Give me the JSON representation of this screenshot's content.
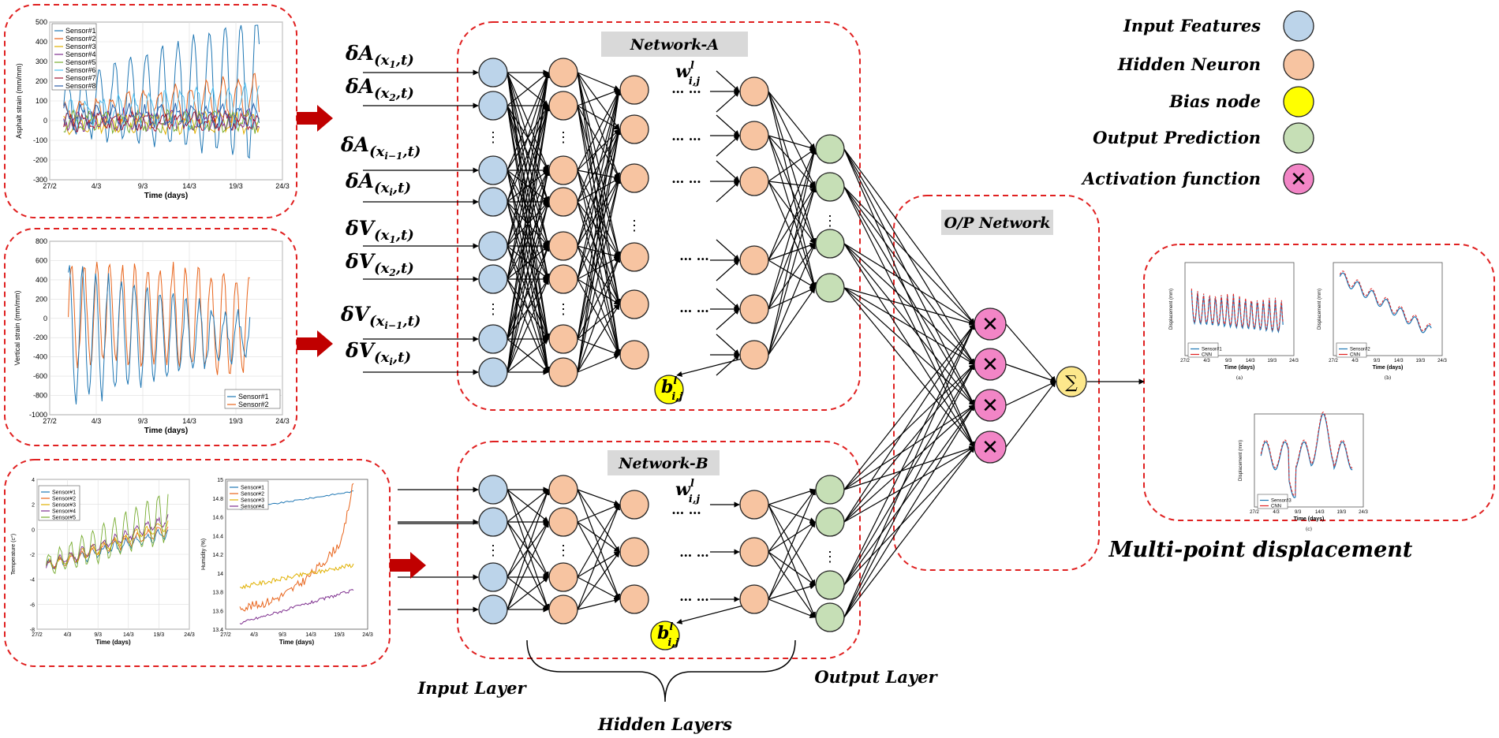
{
  "colors": {
    "input": "#bcd4ea",
    "hidden": "#f7c4a1",
    "bias": "#ffff00",
    "output": "#c6dfb6",
    "activation": "#f285c6",
    "dashed_box": "#e02020",
    "arrow_block": "#c00000",
    "label_bg": "#d9d9d9"
  },
  "legend": {
    "input_features": "Input Features",
    "hidden_neuron": "Hidden Neuron",
    "bias_node": "Bias node",
    "output_prediction": "Output Prediction",
    "activation_function": "Activation function"
  },
  "networks": {
    "a_title": "Network-A",
    "b_title": "Network-B",
    "op_title": "O/P Network",
    "weight_label": "w",
    "weight_sup": "l",
    "weight_sub": "i,j",
    "bias_label": "b",
    "bias_sup": "l",
    "bias_sub": "i,j",
    "dots": "…  …",
    "vdots": "⋮",
    "activation_symbol": "✕",
    "sum_symbol": "∑"
  },
  "inputs": [
    {
      "delta": "δA",
      "var": "x",
      "sub": "1",
      "t": ",t"
    },
    {
      "delta": "δA",
      "var": "x",
      "sub": "2",
      "t": ",t"
    },
    {
      "delta": "δA",
      "var": "x",
      "sub": "i−1",
      "t": ",t"
    },
    {
      "delta": "δA",
      "var": "x",
      "sub": "i",
      "t": ",t"
    },
    {
      "delta": "δV",
      "var": "x",
      "sub": "1",
      "t": ",t"
    },
    {
      "delta": "δV",
      "var": "x",
      "sub": "2",
      "t": ",t"
    },
    {
      "delta": "δV",
      "var": "x",
      "sub": "i−1",
      "t": ",t"
    },
    {
      "delta": "δV",
      "var": "x",
      "sub": "i",
      "t": ",t"
    }
  ],
  "layers": {
    "input": "Input Layer",
    "hidden": "Hidden Layers",
    "output": "Output Layer"
  },
  "output_title": "Multi-point displacement",
  "charts": {
    "asphalt": {
      "xlabel": "Time (days)",
      "ylabel": "Asphalt strain (mm/mm)",
      "xticks": [
        "27/2",
        "4/3",
        "9/3",
        "14/3",
        "19/3",
        "24/3"
      ],
      "yticks": [
        "500",
        "400",
        "300",
        "200",
        "100",
        "0",
        "-100",
        "-200",
        "-300"
      ],
      "legend": [
        "Sensor#1",
        "Sensor#2",
        "Sensor#3",
        "Sensor#4",
        "Sensor#5",
        "Sensor#6",
        "Sensor#7",
        "Sensor#8"
      ],
      "series_colors": [
        "#1f77b4",
        "#e8641b",
        "#e0b000",
        "#7e2f8e",
        "#77ac30",
        "#4dbeee",
        "#a2142f",
        "#2a5ca8"
      ]
    },
    "vertical": {
      "xlabel": "Time (days)",
      "ylabel": "Vertical strain (mm/mm)",
      "xticks": [
        "27/2",
        "4/3",
        "9/3",
        "14/3",
        "19/3",
        "24/3"
      ],
      "yticks": [
        "800",
        "600",
        "400",
        "200",
        "0",
        "-200",
        "-400",
        "-600",
        "-800",
        "-1000"
      ],
      "legend": [
        "Sensor#1",
        "Sensor#2"
      ],
      "series_colors": [
        "#1f77b4",
        "#e8641b"
      ]
    },
    "temperature": {
      "xlabel": "Time (days)",
      "ylabel": "Temperature (c°)",
      "xticks": [
        "27/2",
        "4/3",
        "9/3",
        "14/3",
        "19/3",
        "24/3"
      ],
      "yticks": [
        "4",
        "2",
        "0",
        "-2",
        "-4",
        "-6",
        "-8"
      ],
      "legend": [
        "Sensor#1",
        "Sensor#2",
        "Sensor#3",
        "Sensor#4",
        "Sensor#5"
      ],
      "series_colors": [
        "#1f77b4",
        "#e8641b",
        "#e0b000",
        "#7e2f8e",
        "#77ac30"
      ]
    },
    "humidity": {
      "xlabel": "Time (days)",
      "ylabel": "Humidity (%)",
      "xticks": [
        "27/2",
        "4/3",
        "9/3",
        "14/3",
        "19/3",
        "24/3"
      ],
      "yticks": [
        "15",
        "14.8",
        "14.6",
        "14.4",
        "14.2",
        "14",
        "13.8",
        "13.6",
        "13.4"
      ],
      "legend": [
        "Sensor#1",
        "Sensor#2",
        "Sensor#3",
        "Sensor#4"
      ],
      "series_colors": [
        "#1f77b4",
        "#e8641b",
        "#e0b000",
        "#7e2f8e"
      ]
    },
    "disp_a": {
      "xlabel": "Time (days)",
      "ylabel": "Displacement (mm)",
      "caption": "(a)",
      "xticks": [
        "27/2",
        "4/3",
        "9/3",
        "14/3",
        "19/3",
        "24/3"
      ],
      "legend": [
        "Sensor#1",
        "CNN"
      ]
    },
    "disp_b": {
      "xlabel": "Time (days)",
      "ylabel": "Displacement (mm)",
      "caption": "(b)",
      "xticks": [
        "27/2",
        "4/3",
        "9/3",
        "14/3",
        "19/3",
        "24/3"
      ],
      "legend": [
        "Sensor#2",
        "CNN"
      ]
    },
    "disp_c": {
      "xlabel": "Time (days)",
      "ylabel": "Displacement (mm)",
      "caption": "(c)",
      "xticks": [
        "27/2",
        "4/3",
        "9/3",
        "14/3",
        "19/3",
        "24/3"
      ],
      "legend": [
        "Sensor#3",
        "CNN"
      ]
    }
  }
}
